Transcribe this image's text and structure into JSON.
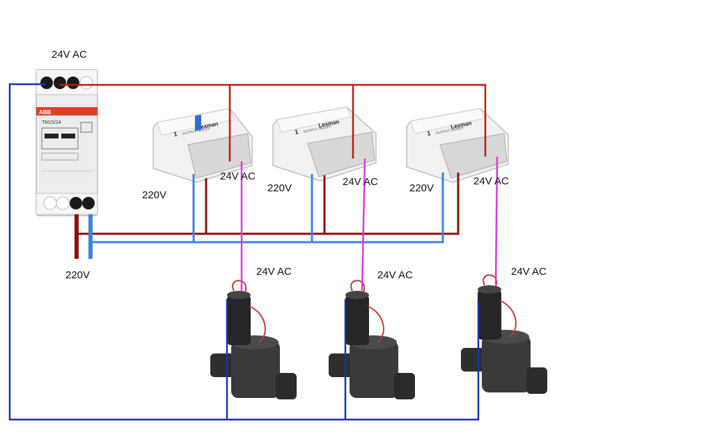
{
  "labels": {
    "transformer_output": "24V AC",
    "transformer_input": "220V",
    "module_1_mains": "220V",
    "module_1_output": "24V AC",
    "module_2_mains": "220V",
    "module_2_output": "24V AC",
    "module_3_mains": "220V",
    "module_3_output": "24V AC",
    "valve_1": "24V AC",
    "valve_2": "24V AC",
    "valve_3": "24V AC"
  },
  "transformer": {
    "brand": "ABB",
    "model": "TM15/24"
  },
  "modules": [
    {
      "brand": "Lexman",
      "caption": "OUTPUT ON/OFF",
      "number": "1"
    },
    {
      "brand": "Lexman",
      "caption": "OUTPUT ON/OFF",
      "number": "1"
    },
    {
      "brand": "Lexman",
      "caption": "OUTPUT ON/OFF",
      "number": "1"
    }
  ],
  "colors": {
    "wire_24v_hot": "#c0181e",
    "wire_24v_common": "#1a2fb8",
    "wire_mains_live": "#8b0f0f",
    "wire_mains_neutral": "#3b86d6",
    "wire_valve_feed": "#d63be0",
    "valve_body": "#3a3a3a",
    "module_body": "#efefef"
  }
}
